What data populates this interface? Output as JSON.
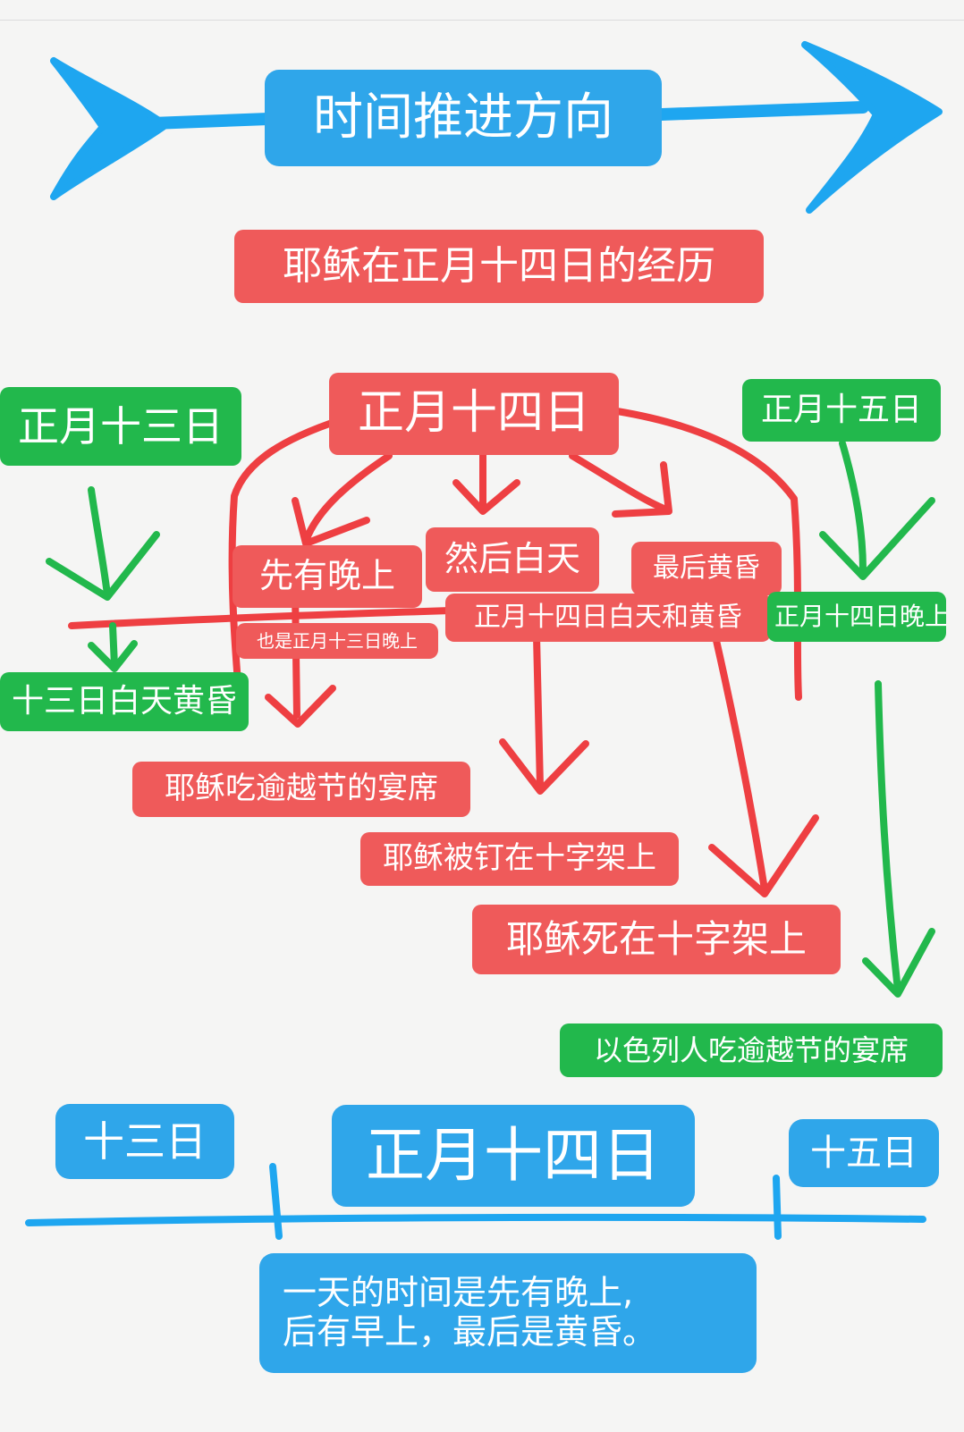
{
  "title": "时间推进方向",
  "subtitle": "耶稣在正月十四日的经历",
  "red_labels": {
    "day14": "正月十四日",
    "first_night": "先有晚上",
    "then_day": "然后白天",
    "last_dusk": "最后黄昏",
    "also_13_night": "也是正月十三日晚上",
    "day14_day_dusk": "正月十四日白天和黄昏",
    "passover_meal": "耶稣吃逾越节的宴席",
    "nailed": "耶稣被钉在十字架上",
    "died": "耶稣死在十字架上"
  },
  "green_labels": {
    "day13": "正月十三日",
    "day13_day_dusk": "十三日白天黄昏",
    "day15": "正月十五日",
    "day14_night": "正月十四日晚上",
    "israel_meal": "以色列人吃逾越节的宴席"
  },
  "timeline": {
    "d13": "十三日",
    "d14": "正月十四日",
    "d15": "十五日"
  },
  "note": {
    "line1": "一天的时间是先有晚上,",
    "line2": "后有早上，最后是黄昏。"
  },
  "colors": {
    "blue": "#2fa6ea",
    "red": "#ef5a5a",
    "green": "#22b84c",
    "background": "#f5f5f4"
  }
}
